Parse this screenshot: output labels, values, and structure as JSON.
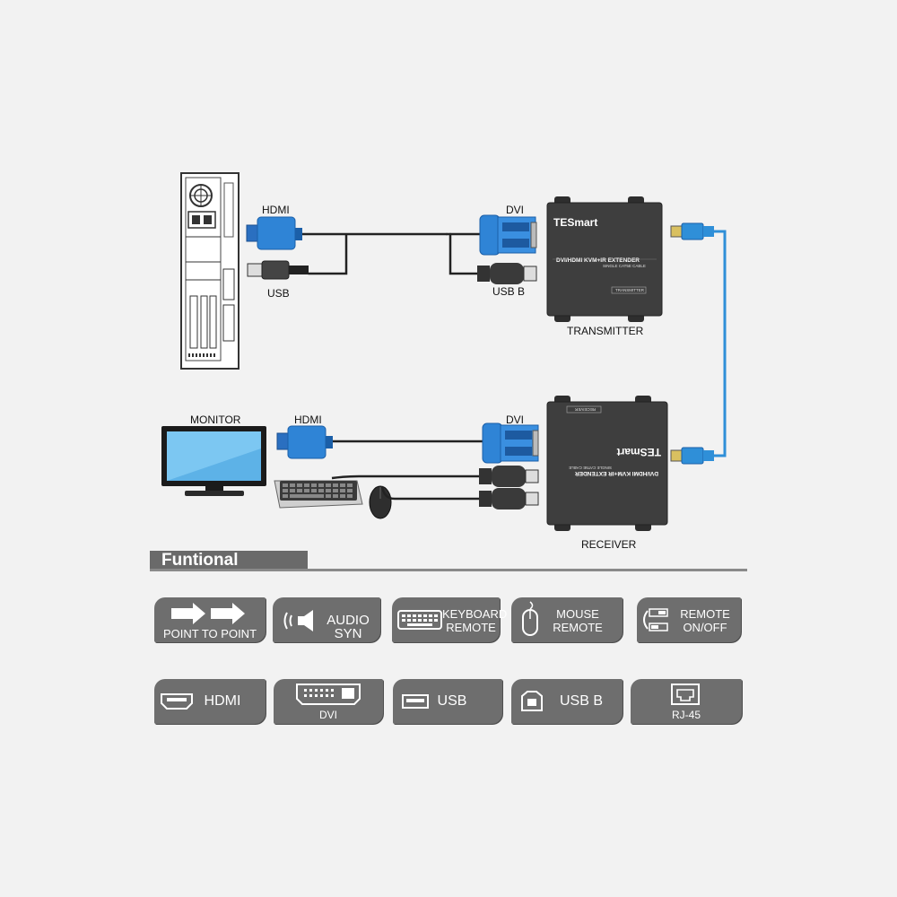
{
  "labels": {
    "tx_hdmi": "HDMI",
    "tx_usb": "USB",
    "tx_dvi": "DVI",
    "tx_usbb": "USB B",
    "transmitter": "TRANSMITTER",
    "monitor": "MONITOR",
    "rx_hdmi": "HDMI",
    "rx_dvi": "DVI",
    "receiver": "RECEIVER"
  },
  "devices": {
    "brand": "TESmart",
    "product_name": "DVI/HDMI KVM+IR EXTENDER",
    "product_sub": "SINGLE CAT5E CABLE",
    "tx_tag": "TRANSMITTER",
    "rx_tag": "RECEIVER"
  },
  "section": {
    "title": "Funtional"
  },
  "features_row1": [
    {
      "icon": "arrows-icon",
      "label": "POINT TO POINT"
    },
    {
      "icon": "speaker-icon",
      "label": "AUDIO SYN"
    },
    {
      "icon": "keyboard-icon",
      "label": "KEYBOARD\nREMOTE"
    },
    {
      "icon": "mouse-icon",
      "label": "MOUSE\nREMOTE"
    },
    {
      "icon": "power-icon",
      "label": "REMOTE\nON/OFF"
    }
  ],
  "features_row2": [
    {
      "icon": "hdmi-port-icon",
      "label": "HDMI"
    },
    {
      "icon": "dvi-port-icon",
      "label": "DVI"
    },
    {
      "icon": "usb-port-icon",
      "label": "USB"
    },
    {
      "icon": "usbb-port-icon",
      "label": "USB B"
    },
    {
      "icon": "rj45-port-icon",
      "label": "RJ-45"
    }
  ],
  "colors": {
    "background": "#f2f2f2",
    "device_body": "#3e3e3e",
    "connector_blue": "#2f84d6",
    "cat_cable": "#2f8fd8",
    "badge": "#6e6e6e"
  }
}
